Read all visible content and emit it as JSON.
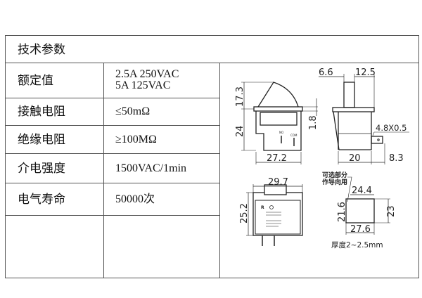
{
  "table": {
    "title": "技术参数",
    "rows": [
      {
        "label": "额定值",
        "value_lines": [
          "2.5A 250VAC",
          "5A 125VAC"
        ]
      },
      {
        "label": "接触电阻",
        "value": "≤50mΩ"
      },
      {
        "label": "绝缘电阻",
        "value": "≥100MΩ"
      },
      {
        "label": "介电强度",
        "value": "1500VAC/1min"
      },
      {
        "label": "电气寿命",
        "value": "50000次"
      }
    ]
  },
  "drawing": {
    "front": {
      "dim_knob": "17.3",
      "dim_body": "24",
      "dim_width": "27.2",
      "dim_flange": "1.8",
      "label_no": "NO",
      "label_com": "COM"
    },
    "side": {
      "dim_left": "6.6",
      "dim_right": "12.5",
      "dim_depth": "20",
      "dim_terminal": "8.3",
      "terminal_size": "4.8X0.5"
    },
    "bottom": {
      "dim_width": "29.7",
      "dim_height": "25.2"
    },
    "cutout": {
      "note_line1": "可选部分",
      "note_line2": "作导向用",
      "dim_top": "24.4",
      "dim_left": "21.6",
      "dim_right": "23",
      "dim_bottom": "27.6",
      "thickness": "厚度2~2.5mm"
    }
  }
}
